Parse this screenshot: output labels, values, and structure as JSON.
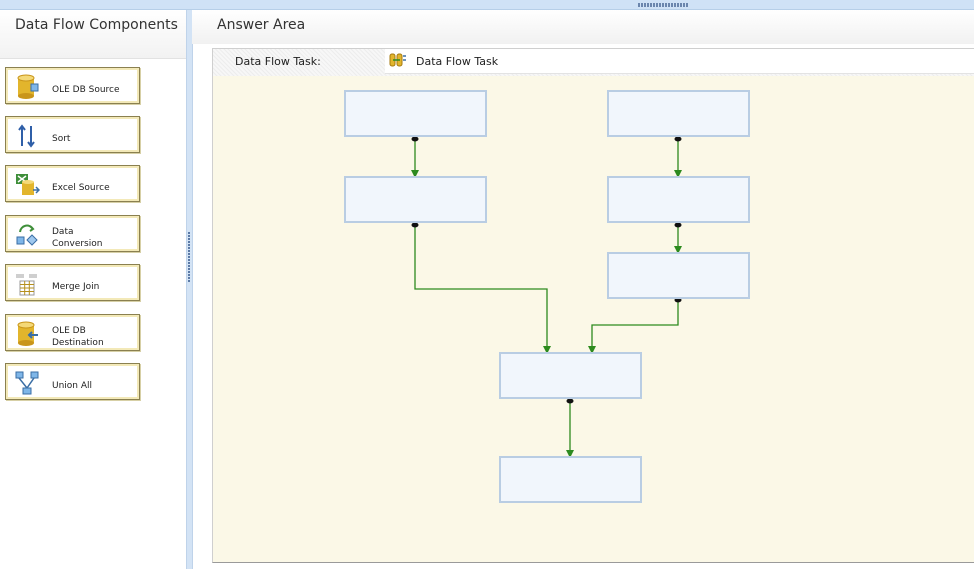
{
  "left_panel": {
    "title": "Data Flow Components"
  },
  "components": [
    {
      "id": "ole-db-source",
      "lines": [
        "OLE DB Source"
      ],
      "icon": "cylinder-db-icon"
    },
    {
      "id": "sort",
      "lines": [
        "Sort"
      ],
      "icon": "sort-arrows-icon"
    },
    {
      "id": "excel-source",
      "lines": [
        "Excel Source"
      ],
      "icon": "excel-icon"
    },
    {
      "id": "data-conversion",
      "lines": [
        "Data",
        "Conversion"
      ],
      "icon": "conversion-icon"
    },
    {
      "id": "merge-join",
      "lines": [
        "Merge Join"
      ],
      "icon": "merge-grid-icon"
    },
    {
      "id": "ole-db-destination",
      "lines": [
        "OLE DB",
        "Destination"
      ],
      "icon": "cylinder-db-arrow-icon"
    },
    {
      "id": "union-all",
      "lines": [
        "Union All"
      ],
      "icon": "union-icon"
    }
  ],
  "answer_area": {
    "title": "Answer Area",
    "task_label": "Data Flow Task:",
    "task_value": "Data Flow Task"
  },
  "colors": {
    "connector": "#2d8a1e",
    "box_fill": "#f1f6fc",
    "box_border": "#b9cde3",
    "canvas": "#fbf8e7"
  }
}
